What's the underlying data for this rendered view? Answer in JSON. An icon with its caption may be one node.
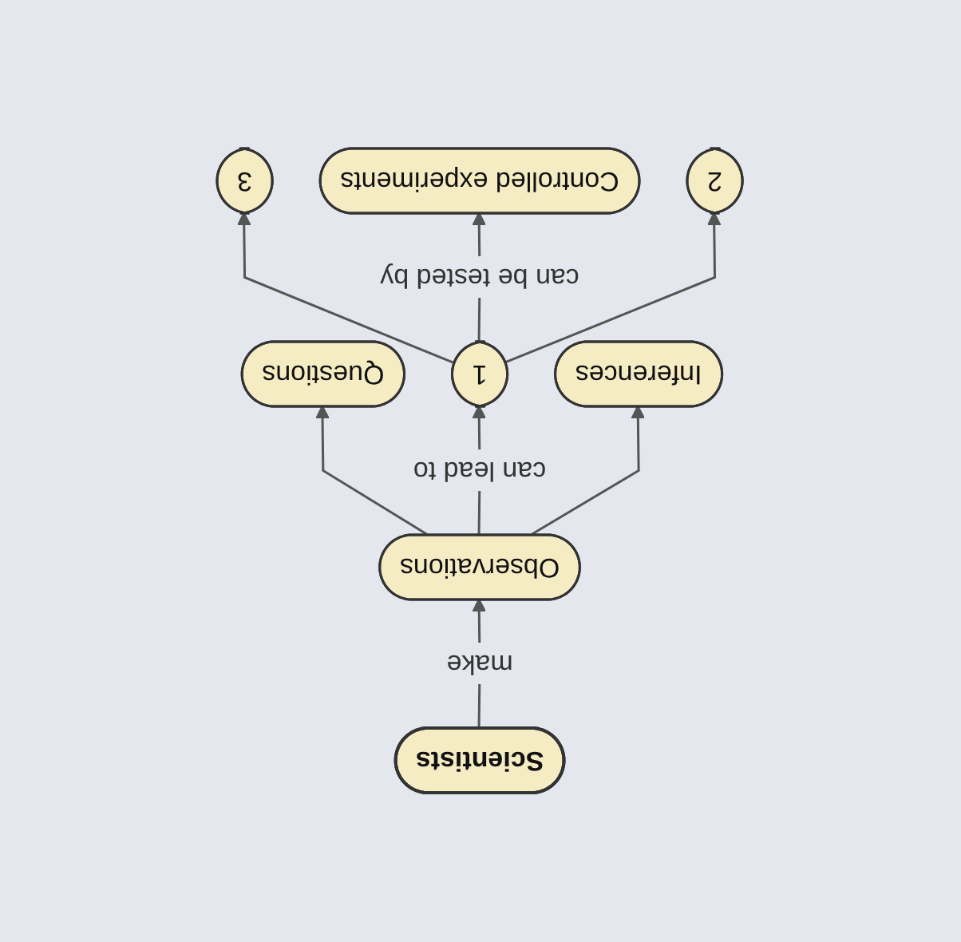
{
  "diagram": {
    "nodes": [
      {
        "text": [
          "Scientists"
        ]
      },
      {
        "text": [
          "Observations"
        ]
      },
      {
        "text": [
          "Inferences"
        ]
      },
      {
        "text": [
          "1"
        ]
      },
      {
        "text": [
          "Questions"
        ]
      },
      {
        "text": [
          "2"
        ]
      },
      {
        "text": [
          "Controlled experiments"
        ]
      },
      {
        "text": [
          "3"
        ]
      }
    ],
    "edges": [
      {
        "from": 0,
        "to": 1,
        "arrow": "to",
        "label": "make"
      },
      {
        "from": 1,
        "to": 2,
        "arrow": "to"
      },
      {
        "from": 1,
        "to": 3,
        "arrow": "to",
        "label": "can lead to"
      },
      {
        "from": 1,
        "to": 4,
        "arrow": "to"
      },
      {
        "from": 3,
        "to": 5,
        "arrow": "to"
      },
      {
        "from": 3,
        "to": 6,
        "arrow": "to",
        "label": "can be tested by"
      },
      {
        "from": 3,
        "to": 7,
        "arrow": "to"
      }
    ]
  }
}
